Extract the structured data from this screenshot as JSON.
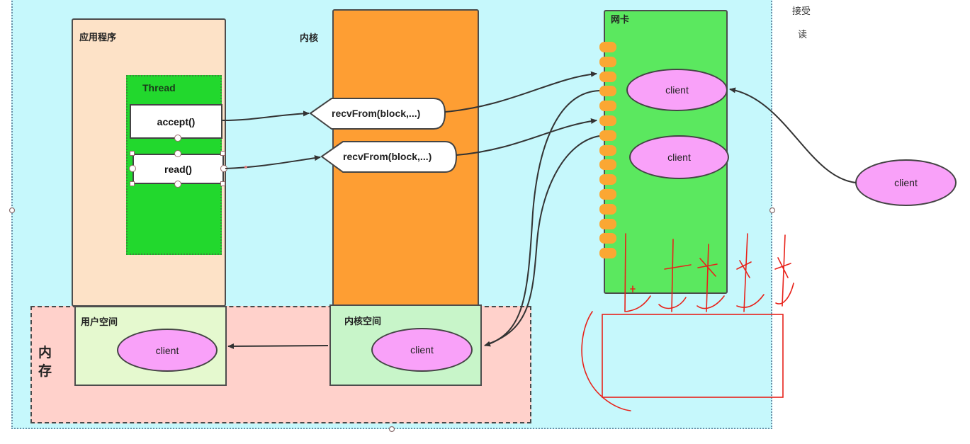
{
  "labels": {
    "app": "应用程序",
    "kernel": "内核",
    "nic": "网卡",
    "memory": "内存",
    "user_space": "用户空间",
    "kernel_space": "内核空间",
    "thread": "Thread"
  },
  "functions": {
    "accept": "accept()",
    "read": "read()",
    "recv1": "recvFrom(block,...)",
    "recv2": "recvFrom(block,...)"
  },
  "clients": {
    "nic_top": "client",
    "nic_bottom": "client",
    "external": "client",
    "user_space": "client",
    "kernel_space": "client"
  },
  "notes": {
    "accept": "接受",
    "read": "读"
  },
  "nic_queue_slots": 15
}
